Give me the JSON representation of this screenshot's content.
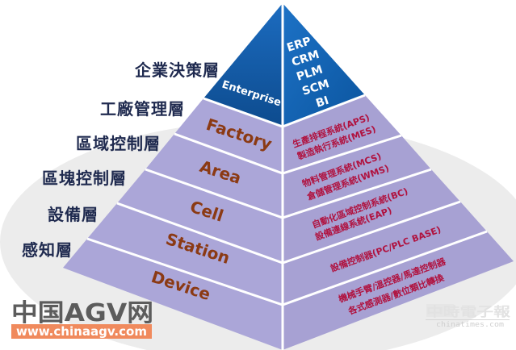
{
  "diagram": {
    "type": "pyramid",
    "title": "",
    "levels": [
      {
        "layer_cn": "企業決策層",
        "level_en": "Enterprise",
        "systems": [
          "ERP",
          "CRM",
          "PLM",
          "SCM",
          "BI"
        ],
        "color": "#0e5aa7"
      },
      {
        "layer_cn": "工廠管理層",
        "level_en": "Factory",
        "systems": [
          "生產排程系統(APS)",
          "製造執行系統(MES)"
        ],
        "color": "#a9a3d6"
      },
      {
        "layer_cn": "區域控制層",
        "level_en": "Area",
        "systems": [
          "物料管理系統(MCS)",
          "倉儲管理系統(WMS)"
        ],
        "color": "#a9a3d6"
      },
      {
        "layer_cn": "區塊控制層",
        "level_en": "Cell",
        "systems": [
          "自動化區域控制系統(BC)",
          "設備連線系統(EAP)"
        ],
        "color": "#a9a3d6"
      },
      {
        "layer_cn": "設備層",
        "level_en": "Station",
        "systems": [
          "設備控制器(PC/PLC BASE)"
        ],
        "color": "#a9a3d6"
      },
      {
        "layer_cn": "感知層",
        "level_en": "Device",
        "systems": [
          "機械手臂/溫控器/馬達控制器",
          "各式感測器/數位類比轉換"
        ],
        "color": "#a9a3d6"
      }
    ]
  },
  "watermarks": {
    "chinaagv": {
      "cn": "中国AGV网",
      "url": "www.chinaagv.com",
      "url_bg": "#f08a5d"
    },
    "chinatimes": {
      "cn": "中時電子報",
      "url": "chinatimes.com"
    }
  },
  "colors": {
    "enterprise_left": "#15599f",
    "enterprise_right": "#0f67b3",
    "band_left": "#aba6d8",
    "band_right": "#a7a1d3",
    "separator": "#ffffff",
    "layer_label": "#1f2a4f",
    "level_label": "#8b3a14",
    "system_label": "#b0123f",
    "backdrop": "#ececec"
  }
}
